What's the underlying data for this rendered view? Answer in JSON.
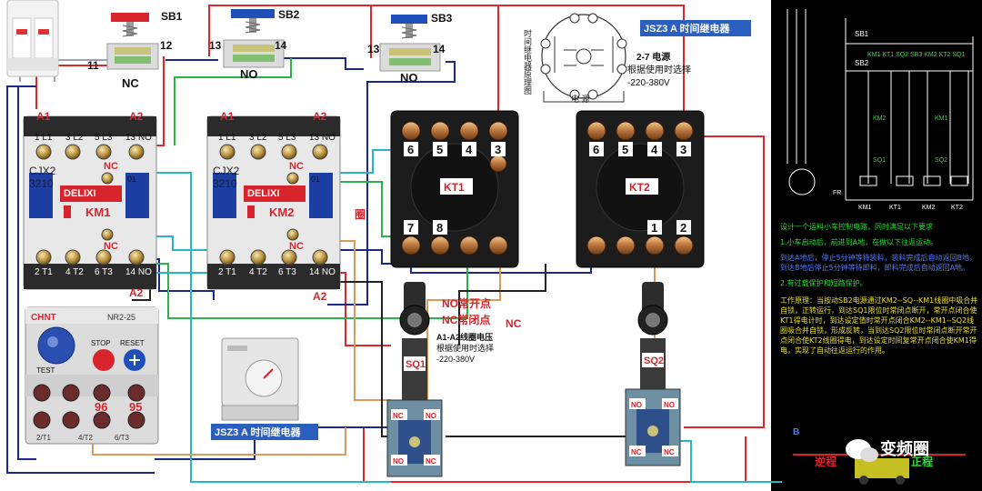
{
  "buttons": {
    "sb1": {
      "label": "SB1",
      "left_terminal": "11",
      "right_terminal": "12",
      "type_label": "NC"
    },
    "sb2": {
      "label": "SB2",
      "left_terminal": "13",
      "right_terminal": "14",
      "type_label": "NO"
    },
    "sb3": {
      "label": "SB3",
      "left_terminal": "13",
      "right_terminal": "14",
      "type_label": "NO"
    }
  },
  "contactor1": {
    "brand": "DELIXI",
    "model_top": "CJX2",
    "model_bottom": "3210",
    "name": "KM1",
    "a1": "A1",
    "a2": "A2",
    "a2_bottom": "A2",
    "top_terminals": [
      "1 L1",
      "3 L2",
      "5 L3",
      "13 NO"
    ],
    "bottom_terminals": [
      "2 T1",
      "4 T2",
      "6 T3",
      "14 NO"
    ],
    "nc_top": "NC",
    "nc_bottom": "NC",
    "aux_no": "01"
  },
  "contactor2": {
    "brand": "DELIXI",
    "model_top": "CJX2",
    "model_bottom": "3210",
    "name": "KM2",
    "a1": "A1",
    "a2": "A2",
    "a2_bottom": "A2",
    "top_terminals": [
      "1 L1",
      "3 L2",
      "5 L3",
      "13 NO"
    ],
    "bottom_terminals": [
      "2 T1",
      "4 T2",
      "6 T3",
      "14 NO"
    ],
    "nc_top": "NC",
    "nc_bottom": "NC",
    "aux_no": "01"
  },
  "relays": {
    "kt1": {
      "name": "KT1",
      "top_pins": [
        "6",
        "5",
        "4",
        "3"
      ],
      "bottom_pins": [
        "7",
        "8",
        "",
        ""
      ]
    },
    "kt2": {
      "name": "KT2",
      "top_pins": [
        "6",
        "5",
        "4",
        "3"
      ],
      "bottom_pins": [
        "",
        "",
        "1",
        "2"
      ]
    }
  },
  "timer_title": "JSZ3 A 时间继电器",
  "timer_schematic": {
    "side_label": "时间继电器原理图",
    "power_label": "电 源",
    "note_line1": "2-7 电源",
    "note_line2": "根据使用时选择",
    "note_line3": "-220-380V"
  },
  "overload_relay": {
    "brand": "CHNT",
    "model": "NR2-25",
    "stop": "STOP",
    "reset": "RESET",
    "test": "TEST",
    "terminal_96": "96",
    "terminal_95": "95",
    "bottom_labels": [
      "2/T1",
      "4/T2",
      "6/T3"
    ]
  },
  "timer_device_label": "JSZ3 A 时间继电器",
  "note": {
    "line1": "NO常开点",
    "line2": "NC常闭点",
    "line3": "A1-A2线圈电压",
    "line4": "根据使用时选择",
    "line5": "-220-380V"
  },
  "nc_wire_label": "NC",
  "circle_char": "圈",
  "limit_switches": {
    "sq1": {
      "name": "SQ1",
      "contacts": [
        "NC",
        "NO",
        "NO",
        "NC"
      ]
    },
    "sq2": {
      "name": "SQ2",
      "contacts": [
        "NO",
        "NO",
        "NC",
        "NC"
      ]
    }
  },
  "schematic": {
    "labels": [
      "SB1",
      "SB2",
      "KM1",
      "KT1",
      "SQ2",
      "SB3",
      "KM2",
      "KT2",
      "SQ1",
      "KM2",
      "KM1",
      "SQ1",
      "SQ2",
      "FR",
      "KM1",
      "KT1",
      "KM2",
      "KT2"
    ],
    "top_row": "KM1 KT1 SQ2 SB3 KM2 KT2 SQ1",
    "desc_title": "设计一个运料小车控制电路，同时满足以下要求",
    "req1": "1.小车启动后，前进到A地，在做以下往返运动。",
    "req_detail": "到达A地后，停止5分钟等待装料，装料完成后自动返回B地，到达B地后停止5分钟等待卸料，卸料完成后自动返回A地。",
    "req2": "2.有过载保护和短路保护。",
    "work_title": "工作原理：",
    "work_text": "当按动SB2电源通过KM2--SQ--KM1线圈中吸合并自锁，正转运行，到达SQ1限位时常闭点断开，常开点闭合使KT1得电计时，到达设定值时常开点闭合KM2--KM1--SQ2线圈吸合并自锁，形成反转，当到达SQ2限位时常闭点断开常开点闭合使KT2线圈得电，到达设定时间复常开点闭合使KM1得电，实现了自动往返运行的作用。",
    "motion_b": "B",
    "reverse": "逆程",
    "forward": "正程",
    "watermark": "变频圈"
  }
}
